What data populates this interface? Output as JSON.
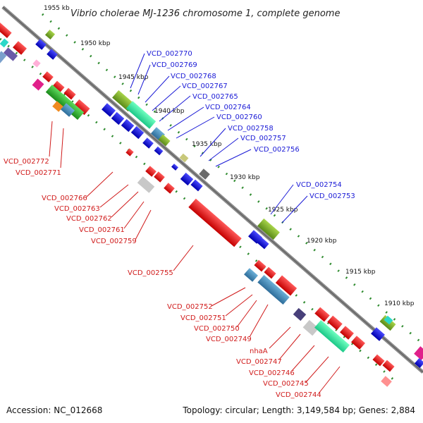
{
  "title": "Vibrio cholerae MJ-1236 chromosome 1, complete genome",
  "footer": {
    "accession": "Accession: NC_012668",
    "summary": "Topology: circular; Length: 3,149,584 bp; Genes: 2,884"
  },
  "colors": {
    "backbone": "#8a8a8a",
    "ticks": "#2e8b2e",
    "forward_label": "#1a1ad6",
    "reverse_label": "#d01a1a"
  },
  "kbp_marks": [
    {
      "label": "1955 kb"
    },
    {
      "label": "1950 kbp"
    },
    {
      "label": "1945 kbp"
    },
    {
      "label": "1940 kbp"
    },
    {
      "label": "1935 kbp"
    },
    {
      "label": "1930 kbp"
    },
    {
      "label": "1925 kbp"
    },
    {
      "label": "1920 kbp"
    },
    {
      "label": "1915 kbp"
    },
    {
      "label": "1910 kbp"
    }
  ],
  "forward_labels": [
    {
      "text": "VCD_002770"
    },
    {
      "text": "VCD_002769"
    },
    {
      "text": "VCD_002768"
    },
    {
      "text": "VCD_002767"
    },
    {
      "text": "VCD_002765"
    },
    {
      "text": "VCD_002764"
    },
    {
      "text": "VCD_002760"
    },
    {
      "text": "VCD_002758"
    },
    {
      "text": "VCD_002757"
    },
    {
      "text": "VCD_002756"
    },
    {
      "text": "VCD_002754"
    },
    {
      "text": "VCD_002753"
    }
  ],
  "reverse_labels": [
    {
      "text": "VCD_002772"
    },
    {
      "text": "VCD_002771"
    },
    {
      "text": "VCD_002766"
    },
    {
      "text": "VCD_002763"
    },
    {
      "text": "VCD_002762"
    },
    {
      "text": "VCD_002761"
    },
    {
      "text": "VCD_002759"
    },
    {
      "text": "VCD_002755"
    },
    {
      "text": "VCD_002752"
    },
    {
      "text": "VCD_002751"
    },
    {
      "text": "VCD_002750"
    },
    {
      "text": "VCD_002749"
    },
    {
      "text": "nhaA"
    },
    {
      "text": "VCD_002747"
    },
    {
      "text": "VCD_002746"
    },
    {
      "text": "VCD_002745"
    },
    {
      "text": "VCD_002744"
    }
  ]
}
